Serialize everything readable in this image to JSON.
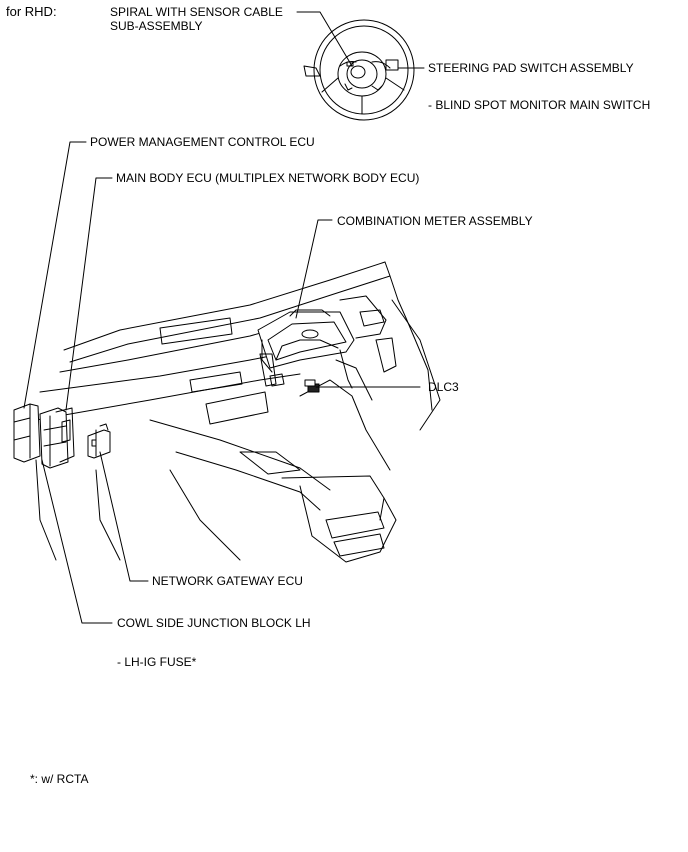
{
  "header": {
    "variant": "for RHD:"
  },
  "labels": {
    "spiral_line1": "SPIRAL WITH SENSOR CABLE",
    "spiral_line2": "SUB-ASSEMBLY",
    "steering_pad": "STEERING PAD SWITCH ASSEMBLY",
    "blind_spot": "- BLIND SPOT MONITOR MAIN SWITCH",
    "power_mgmt": "POWER MANAGEMENT CONTROL ECU",
    "main_body": "MAIN BODY ECU (MULTIPLEX NETWORK BODY ECU)",
    "combination_meter": "COMBINATION METER ASSEMBLY",
    "dlc3": "DLC3",
    "network_gateway": "NETWORK GATEWAY ECU",
    "cowl_side": "COWL SIDE JUNCTION BLOCK LH",
    "lh_ig_fuse": "- LH-IG FUSE*"
  },
  "footnote": "*: w/ RCTA"
}
